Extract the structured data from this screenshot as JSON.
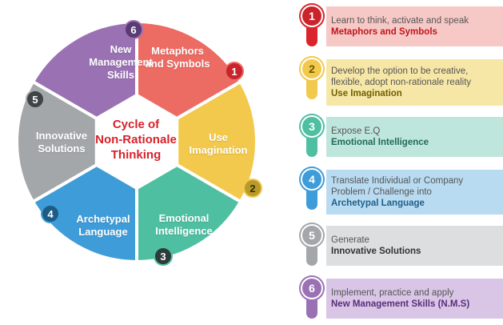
{
  "center": {
    "title_lines": [
      "Cycle of",
      "Non-Rationale",
      "Thinking"
    ]
  },
  "segments": [
    {
      "number": "1",
      "lines": [
        "Metaphors",
        "and Symbols"
      ],
      "color": "#ec6b63",
      "badge_color": "#c8242c",
      "badge_text_color": "#ffffff"
    },
    {
      "number": "2",
      "lines": [
        "Use",
        "Imagination"
      ],
      "color": "#f2c94c",
      "badge_color": "#b89a2a",
      "badge_text_color": "#3a3000"
    },
    {
      "number": "3",
      "lines": [
        "Emotional",
        "Intelligence"
      ],
      "color": "#4fbfa2",
      "badge_color": "#2d3b39",
      "badge_text_color": "#ffffff"
    },
    {
      "number": "4",
      "lines": [
        "Archetypal",
        "Language"
      ],
      "color": "#3e9cd8",
      "badge_color": "#1e5c86",
      "badge_text_color": "#ffffff"
    },
    {
      "number": "5",
      "lines": [
        "Innovative",
        "Solutions"
      ],
      "color": "#a3a7a9",
      "badge_color": "#3f4446",
      "badge_text_color": "#ffffff"
    },
    {
      "number": "6",
      "lines": [
        "New",
        "Management",
        "Skills"
      ],
      "color": "#9a72b4",
      "badge_color": "#5b3b73",
      "badge_text_color": "#ffffff"
    }
  ],
  "list": [
    {
      "number": "1",
      "desc": "Learn to think, activate and speak",
      "title": "Metaphors and Symbols",
      "pin_color": "#d9242c",
      "pin_text_color": "#ffffff",
      "card_color": "#f7c9c6",
      "title_color": "#c0151e"
    },
    {
      "number": "2",
      "desc": "Develop the option to be creative, flexible, adopt non-rationale reality",
      "title": "Use Imagination",
      "pin_color": "#f2c94c",
      "pin_text_color": "#6b5a00",
      "card_color": "#f7e7a6",
      "title_color": "#6f5f00"
    },
    {
      "number": "3",
      "desc": "Expose E.Q",
      "title": "Emotional Intelligence",
      "pin_color": "#4fbfa2",
      "pin_text_color": "#ffffff",
      "card_color": "#bfe6dc",
      "title_color": "#1f6b57"
    },
    {
      "number": "4",
      "desc": "Translate Individual or Company Problem / Challenge into",
      "title": "Archetypal Language",
      "pin_color": "#3e9cd8",
      "pin_text_color": "#ffffff",
      "card_color": "#b9dbf1",
      "title_color": "#1f5e8a"
    },
    {
      "number": "5",
      "desc": "Generate",
      "title": "Innovative Solutions",
      "pin_color": "#a3a7a9",
      "pin_text_color": "#ffffff",
      "card_color": "#dcdedf",
      "title_color": "#333333"
    },
    {
      "number": "6",
      "desc": "Implement, practice and apply",
      "title": "New Management Skills (N.M.S)",
      "pin_color": "#9a72b4",
      "pin_text_color": "#ffffff",
      "card_color": "#d9c6e6",
      "title_color": "#5a2e7a"
    }
  ]
}
